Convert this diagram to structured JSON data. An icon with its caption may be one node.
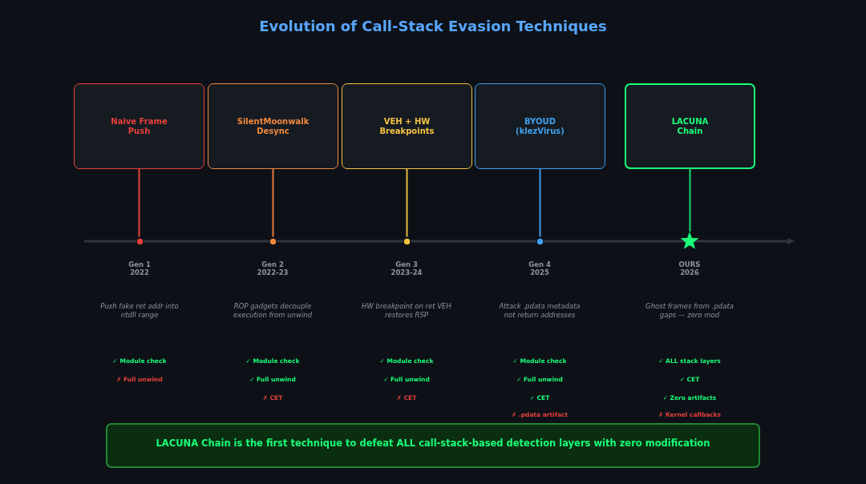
{
  "diagram": {
    "title": "Evolution of Call-Stack Evasion Techniques",
    "nodes": [
      {
        "text": [
          "Naive Frame Push"
        ]
      },
      {
        "text": [
          "SilentMoonwalk Desync"
        ]
      },
      {
        "text": [
          "VEH + HW Breakpoints"
        ]
      },
      {
        "text": [
          "BYOUD (klezVirus)"
        ]
      },
      {
        "text": [
          "LACUNA Chain"
        ]
      },
      {
        "text": [],
        "shape": "circle"
      },
      {
        "text": [],
        "shape": "circle"
      },
      {
        "text": [],
        "shape": "circle"
      },
      {
        "text": [],
        "shape": "circle"
      },
      {
        "text": [],
        "shape": "star"
      },
      {
        "text": [
          "LACUNA Chain is the first technique to defeat ALL call-stack-based detection layers with zero modification"
        ]
      }
    ],
    "edges": [
      {
        "from": 0,
        "to": 5,
        "arrow": "none",
        "color": "#e8403a"
      },
      {
        "from": 1,
        "to": 6,
        "arrow": "none",
        "color": "#e07b3c"
      },
      {
        "from": 2,
        "to": 7,
        "arrow": "none",
        "color": "#e8b93a"
      },
      {
        "from": 3,
        "to": 8,
        "arrow": "none",
        "color": "#3f9ae8"
      },
      {
        "from": 4,
        "to": 9,
        "arrow": "none",
        "color": "#1ad670"
      }
    ],
    "labels": [
      "Gen 1 2022",
      "Gen 2 2022-23",
      "Gen 3 2023-24",
      "Gen 4 2025",
      "OURS 2026",
      "Push fake ret addr into ntdll range",
      "ROP gadgets decouple execution from unwind",
      "HW breakpoint on ret VEH restores RSP",
      "Attack .pdata metadata not return addresses",
      "Ghost frames from .pdata gaps — zero mod",
      "✓ Module check",
      "✓ Module check",
      "✓ Module check",
      "✓ Module check",
      "✓ ALL stack layers",
      "✗ Full unwind",
      "✓ Full unwind",
      "✓ Full unwind",
      "✓ Full unwind",
      "✓ CET",
      "✗ CET",
      "✗ CET",
      "✓ CET",
      "✓ Zero artifacts",
      "✗ .pdata artifact",
      "✗ Kernel callbacks"
    ]
  }
}
